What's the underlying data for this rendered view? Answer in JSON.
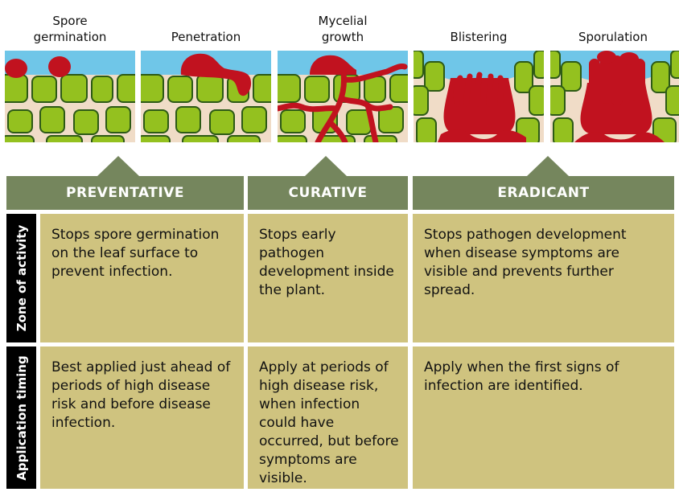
{
  "stages": [
    {
      "label": "Spore\ngermination"
    },
    {
      "label": "Penetration"
    },
    {
      "label": "Mycelial\ngrowth"
    },
    {
      "label": "Blistering"
    },
    {
      "label": "Sporulation"
    }
  ],
  "categories": [
    {
      "label": "PREVENTATIVE"
    },
    {
      "label": "CURATIVE"
    },
    {
      "label": "ERADICANT"
    }
  ],
  "rows": [
    {
      "header": "Zone of activity",
      "cells": [
        "Stops spore germination on the leaf surface to prevent infection.",
        "Stops early pathogen development inside the plant.",
        "Stops pathogen development when disease symptoms are visible and prevents further spread."
      ]
    },
    {
      "header": "Application timing",
      "cells": [
        "Best applied just ahead of periods of high disease risk and before disease infection.",
        "Apply at periods of high disease risk, when infection could have occurred, but before symptoms are visible.",
        "Apply when the first signs of infection are identified."
      ]
    }
  ],
  "colors": {
    "sky": "#6fc6e8",
    "tissue": "#f0dcc7",
    "cell": "#94c11f",
    "cell_outline": "#2d5a16",
    "pathogen": "#c1121f",
    "band": "#75865d",
    "content_cell": "#cfc37f"
  }
}
